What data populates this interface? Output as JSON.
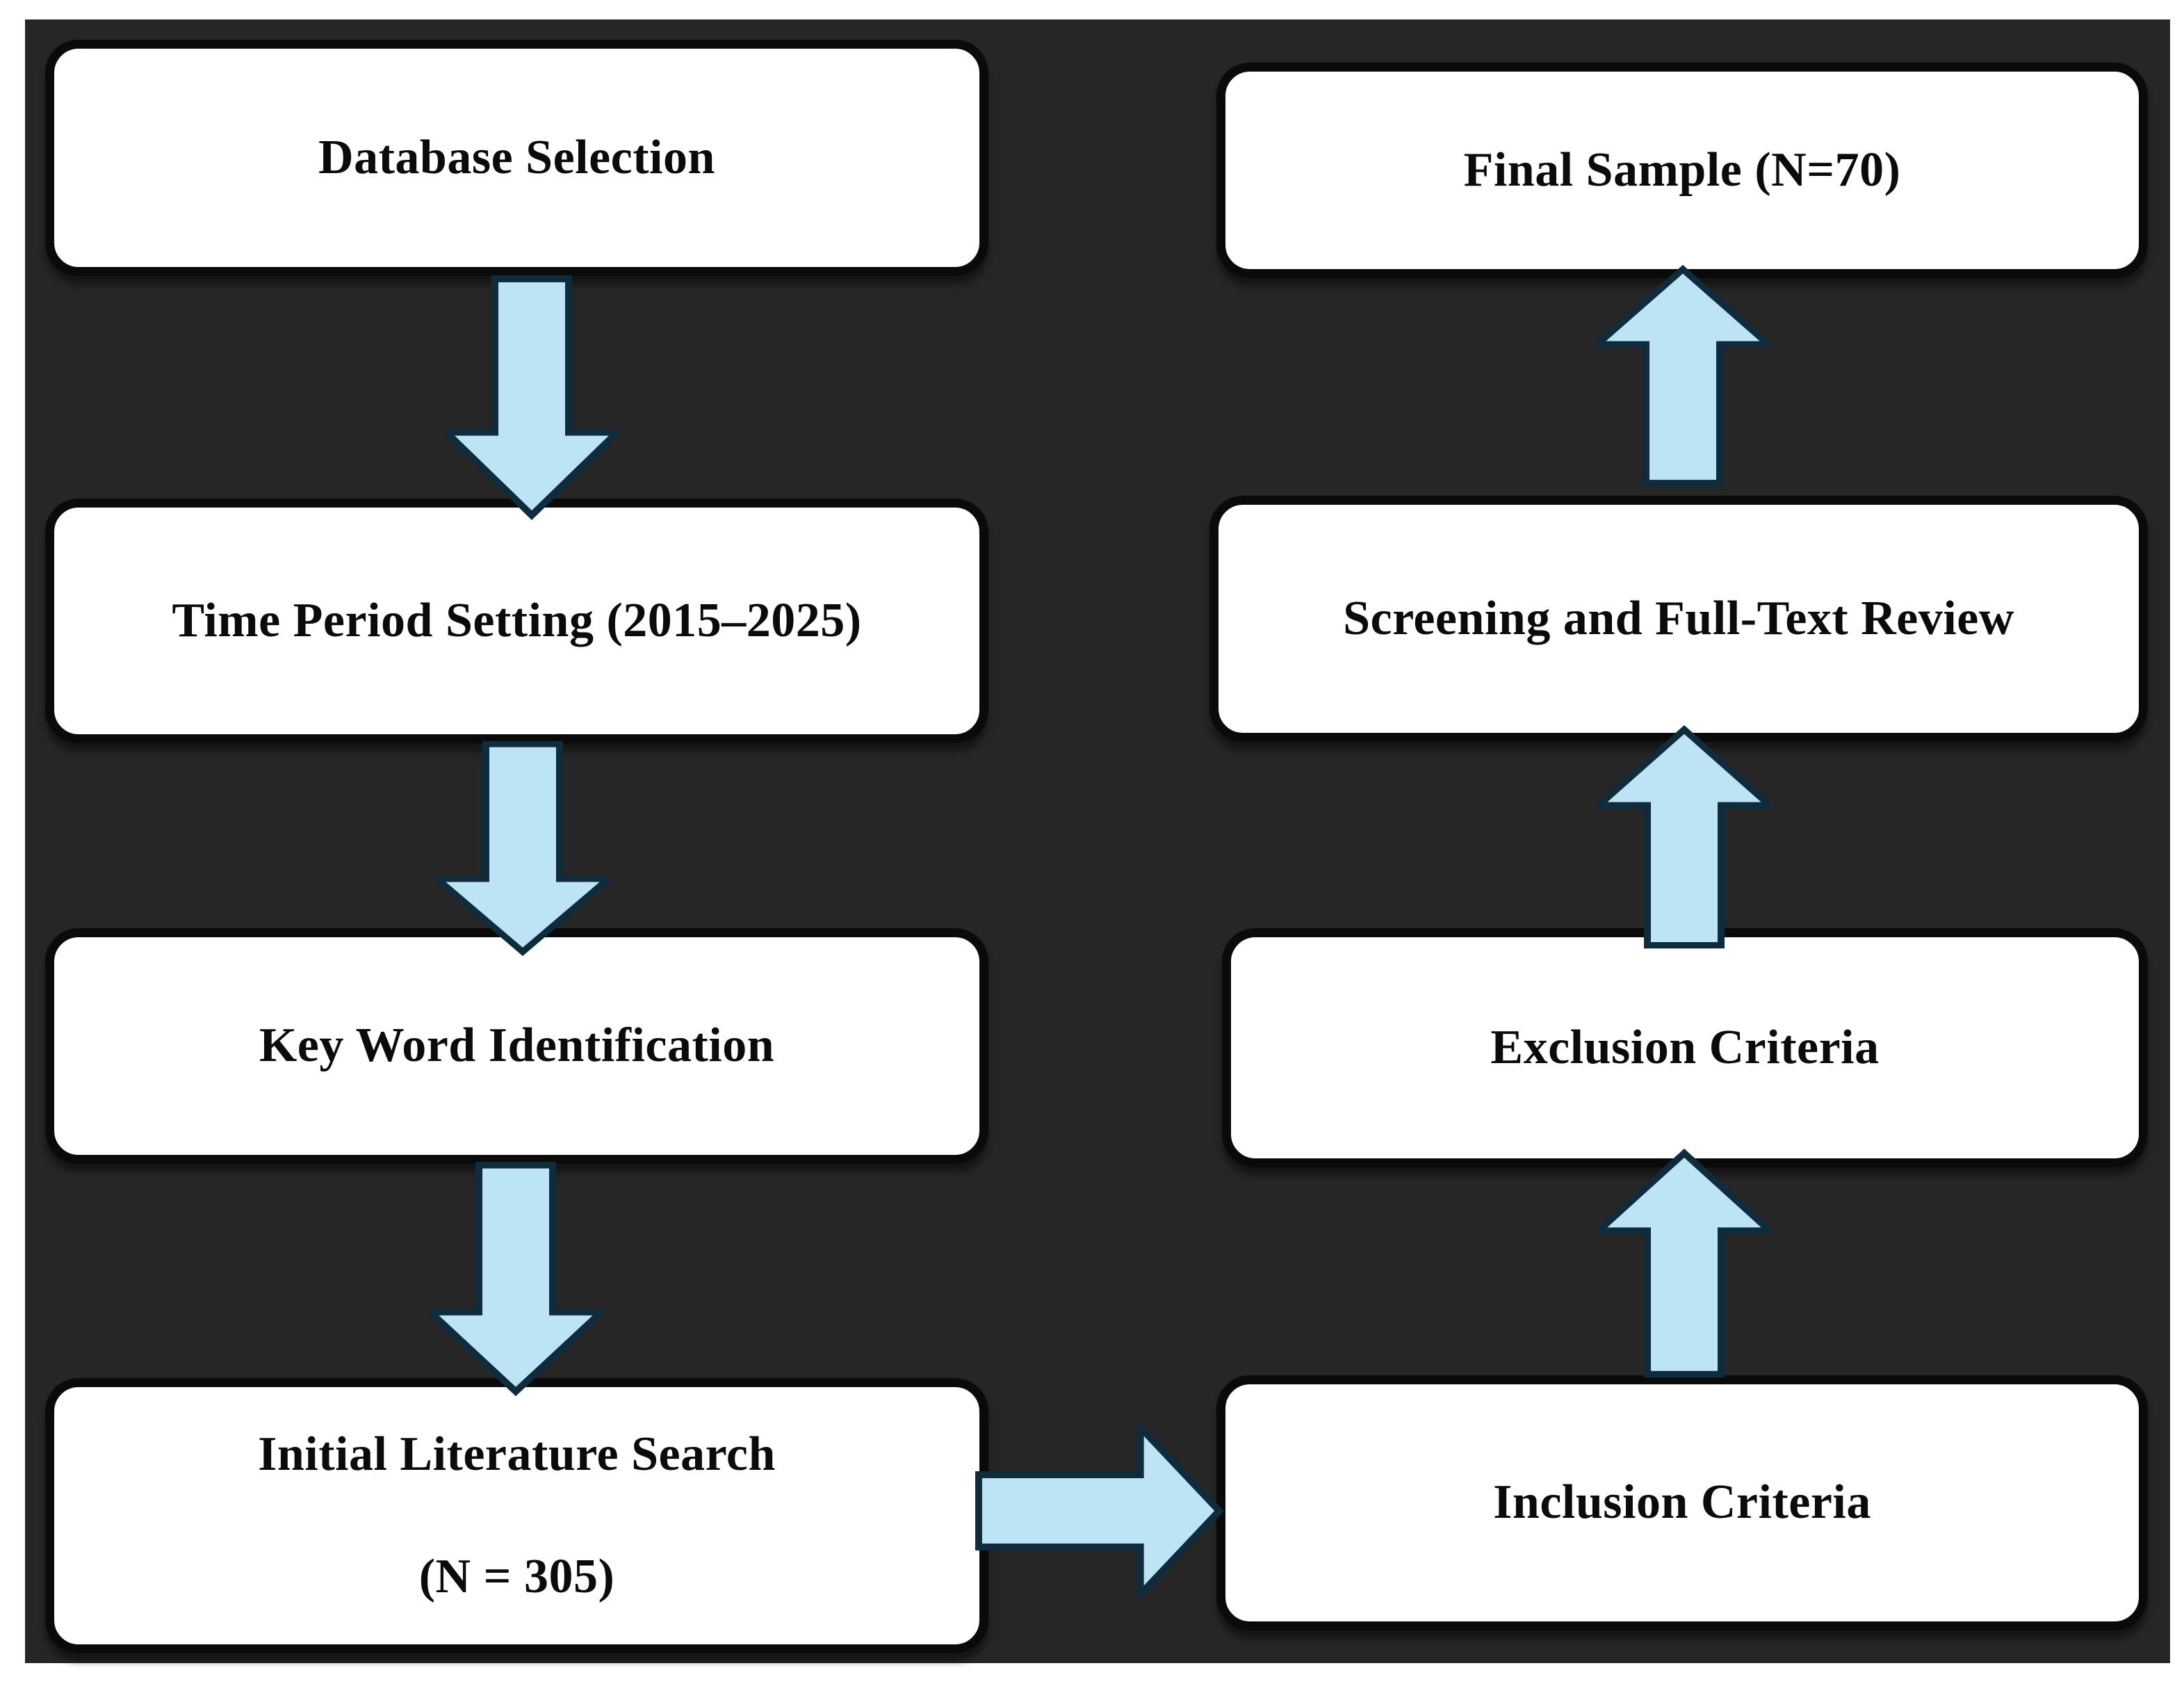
{
  "figure": {
    "type": "flowchart",
    "colors": {
      "page_bg": "#ffffff",
      "panel_bg": "#262626",
      "box_fill": "#ffffff",
      "box_border": "#0a0a0a",
      "arrow_fill": "#bde4f4",
      "arrow_stroke": "#0f2c3c",
      "text_color": "#0b0b0b"
    },
    "nodes": {
      "database_selection": {
        "label": "Database Selection"
      },
      "time_period_setting": {
        "label": "Time Period Setting (2015–2025)"
      },
      "key_word_identification": {
        "label": "Key Word Identification"
      },
      "initial_literature_search": {
        "label": "Initial Literature Search",
        "sublabel": "(N = 305)"
      },
      "final_sample": {
        "label": "Final Sample (N=70)"
      },
      "screening_full_text_review": {
        "label": "Screening and Full-Text Review"
      },
      "exclusion_criteria": {
        "label": "Exclusion Criteria"
      },
      "inclusion_criteria": {
        "label": "Inclusion Criteria"
      }
    },
    "edges": [
      "Database Selection → Time Period Setting (2015–2025)",
      "Time Period Setting (2015–2025) → Key Word Identification",
      "Key Word Identification → Initial Literature Search (N = 305)",
      "Initial Literature Search (N = 305) → Inclusion Criteria",
      "Inclusion Criteria → Exclusion Criteria",
      "Exclusion Criteria → Screening and Full-Text Review",
      "Screening and Full-Text Review → Final Sample (N=70)"
    ]
  }
}
